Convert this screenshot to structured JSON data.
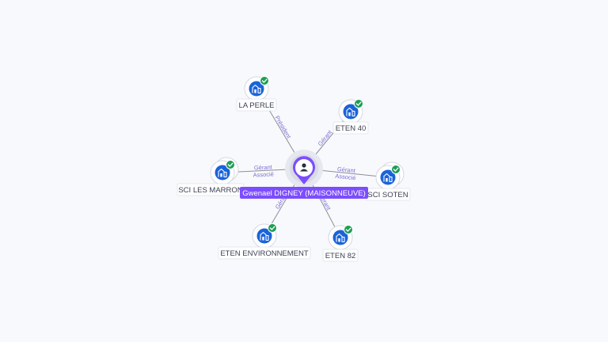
{
  "center": {
    "name": "Gwenael DIGNEY (MAISONNEUVE)",
    "icon": "person-icon",
    "color": "#7c4dff"
  },
  "colors": {
    "company": "#1b63d9",
    "check": "#1e9e57",
    "edge": "#8c8f99",
    "edge_label": "#7b6fd6"
  },
  "companies": [
    {
      "id": "la-perle",
      "name": "LA PERLE",
      "roles": [
        "Président"
      ],
      "verified": true,
      "icon": "building-icon"
    },
    {
      "id": "eten-40",
      "name": "ETEN 40",
      "roles": [
        "Gérant"
      ],
      "verified": true,
      "icon": "building-icon"
    },
    {
      "id": "sci-soten",
      "name": "SCI SOTEN",
      "roles": [
        "Gérant",
        "Associé"
      ],
      "verified": true,
      "icon": "building-icon"
    },
    {
      "id": "eten-82",
      "name": "ETEN 82",
      "roles": [
        "Gérant"
      ],
      "verified": true,
      "icon": "building-icon"
    },
    {
      "id": "eten-environnement",
      "name": "ETEN ENVIRONNEMENT",
      "roles": [
        "Gérant"
      ],
      "verified": true,
      "icon": "building-icon"
    },
    {
      "id": "sci-les-marron",
      "name": "SCI LES MARRON",
      "roles": [
        "Gérant",
        "Associé"
      ],
      "verified": true,
      "icon": "building-icon"
    }
  ]
}
